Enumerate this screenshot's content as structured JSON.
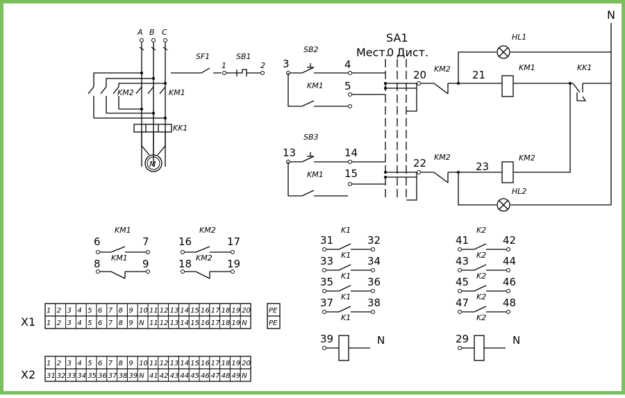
{
  "colors": {
    "frame": "#7bbf5e",
    "ink": "#000000",
    "background": "#ffffff"
  },
  "power": {
    "phases": [
      "A",
      "B",
      "C"
    ],
    "contactor_km2": "KM2",
    "contactor_km1": "KM1",
    "thermal_relay": "KK1",
    "motor": "M"
  },
  "control": {
    "breaker": "SF1",
    "stop_button": "SB1",
    "start_button_1": "SB2",
    "start_button_2": "SB3",
    "selector": "SA1",
    "selector_pos_local": "Мест.",
    "selector_pos_zero": "0",
    "selector_pos_remote": "Дист.",
    "lamp_1": "HL1",
    "lamp_2": "HL2",
    "neutral": "N",
    "coil_1": "KM1",
    "coil_2": "KM2",
    "overload_contact": "KK1",
    "holding_1": "KM1",
    "holding_2": "KM1",
    "interlock_1": "KM2",
    "interlock_2": "KM2",
    "nodes": {
      "n1": "1",
      "n2": "2",
      "n3": "3",
      "n4": "4",
      "n5": "5",
      "n13": "13",
      "n14": "14",
      "n15": "15",
      "n20": "20",
      "n21": "21",
      "n22": "22",
      "n23": "23"
    }
  },
  "aux_contacts": [
    {
      "title": "KM1",
      "sub1": "KM1",
      "sub2": "",
      "t1": "6",
      "t2": "7",
      "t3": "8",
      "t4": "9"
    },
    {
      "title": "KM2",
      "sub1": "KM2",
      "sub2": "",
      "t1": "16",
      "t2": "17",
      "t3": "18",
      "t4": "19"
    }
  ],
  "relays": [
    {
      "title": "K1",
      "c": [
        {
          "a": "31",
          "b": "32",
          "lbl": "K1"
        },
        {
          "a": "33",
          "b": "34",
          "lbl": "K1"
        },
        {
          "a": "35",
          "b": "36",
          "lbl": "K1"
        },
        {
          "a": "37",
          "b": "38",
          "lbl": "K1"
        }
      ],
      "coil": "39",
      "n": "N"
    },
    {
      "title": "K2",
      "c": [
        {
          "a": "41",
          "b": "42",
          "lbl": "K2"
        },
        {
          "a": "43",
          "b": "44",
          "lbl": "K2"
        },
        {
          "a": "45",
          "b": "46",
          "lbl": "K2"
        },
        {
          "a": "47",
          "b": "48",
          "lbl": "K2"
        }
      ],
      "coil": "29",
      "n": "N"
    }
  ],
  "terminal_blocks": {
    "x1": {
      "label": "X1",
      "top": [
        "1",
        "2",
        "3",
        "4",
        "5",
        "6",
        "7",
        "8",
        "9",
        "10",
        "11",
        "12",
        "13",
        "14",
        "15",
        "16",
        "17",
        "18",
        "19",
        "20"
      ],
      "bottom": [
        "1",
        "2",
        "3",
        "4",
        "5",
        "6",
        "7",
        "8",
        "9",
        "N",
        "11",
        "12",
        "13",
        "14",
        "15",
        "16",
        "17",
        "18",
        "19",
        "N"
      ],
      "pe_top": "PE",
      "pe_bottom": "PE"
    },
    "x2": {
      "label": "X2",
      "top": [
        "1",
        "2",
        "3",
        "4",
        "5",
        "6",
        "7",
        "8",
        "9",
        "10",
        "11",
        "12",
        "13",
        "14",
        "15",
        "16",
        "17",
        "18",
        "19",
        "20"
      ],
      "bottom": [
        "31",
        "32",
        "33",
        "34",
        "35",
        "36",
        "37",
        "38",
        "39",
        "N",
        "41",
        "42",
        "43",
        "44",
        "45",
        "46",
        "47",
        "48",
        "49",
        "N"
      ]
    }
  }
}
